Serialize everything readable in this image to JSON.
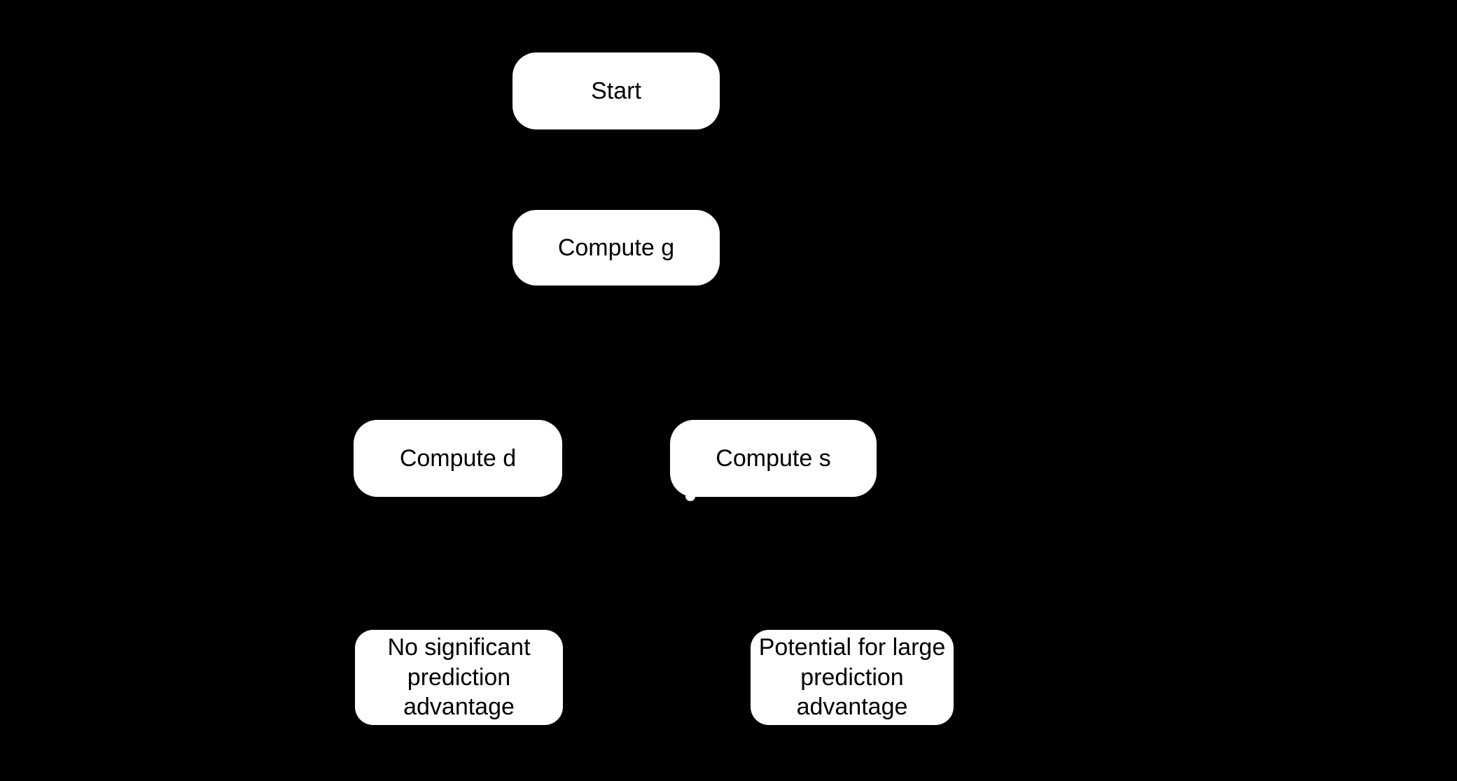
{
  "diagram": {
    "type": "flowchart",
    "background_color": "#000000",
    "node_fill_color": "#ffffff",
    "node_text_color": "#000000",
    "nodes": [
      {
        "id": "start",
        "label": "Start"
      },
      {
        "id": "compute-g",
        "label": "Compute g"
      },
      {
        "id": "compute-d",
        "label": "Compute d"
      },
      {
        "id": "compute-s",
        "label": "Compute s"
      },
      {
        "id": "no-significant-advantage",
        "label": "No significant prediction advantage"
      },
      {
        "id": "large-advantage",
        "label": "Potential for large prediction advantage"
      }
    ]
  }
}
